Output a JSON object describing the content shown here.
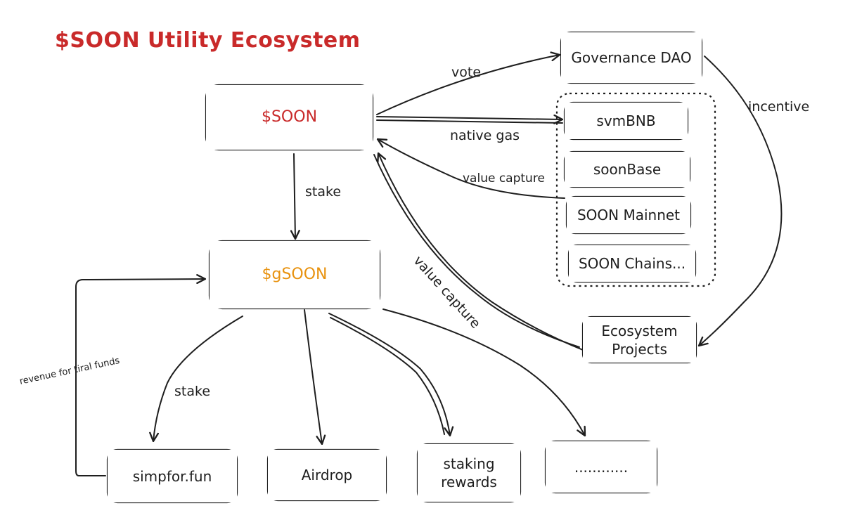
{
  "title": "$SOON Utility Ecosystem",
  "colors": {
    "title": "#c92a2a",
    "soon": "#c92a2a",
    "gsoon": "#e8920f",
    "stroke": "#1e1e1e"
  },
  "nodes": {
    "soon": "$SOON",
    "gsoon": "$gSOON",
    "governance": "Governance DAO",
    "svmbnb": "svmBNB",
    "soonbase": "soonBase",
    "mainnet": "SOON Mainnet",
    "chains": "SOON Chains...",
    "ecosystem": "Ecosystem\nProjects",
    "simpfor": "simpfor.fun",
    "airdrop": "Airdrop",
    "staking": "staking\nrewards",
    "more": "............"
  },
  "edges": {
    "vote": "vote",
    "native_gas": "native gas",
    "value_capture_chains": "value capture",
    "value_capture_projects": "value capture",
    "incentive": "incentive",
    "stake_main": "stake",
    "stake_simpfor": "stake",
    "revenue": "revenue for tiral funds"
  }
}
